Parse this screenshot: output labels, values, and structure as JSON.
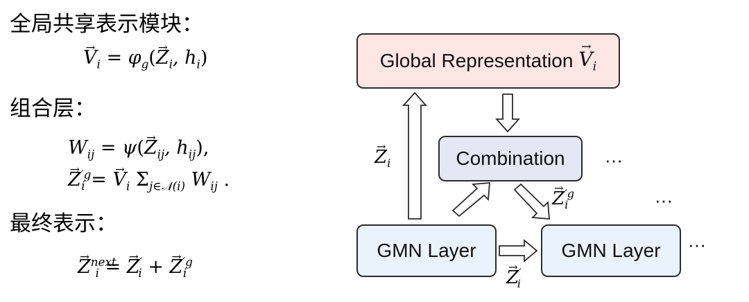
{
  "left": {
    "global_heading": "全局共享表示模块：",
    "combination_heading": "组合层：",
    "final_heading": "最终表示："
  },
  "formulas": {
    "global": {
      "lhs": "V",
      "lhs_sub": "i",
      "op": "=",
      "fn": "φ",
      "fn_sub": "g",
      "args_z": "Z",
      "args_z_sub": "i",
      "args_rest": ", h",
      "args_h_sub": "i"
    },
    "weight": {
      "lhs": "W",
      "lhs_sub": "ij",
      "fn": "ψ",
      "z_sub": "ij",
      "h_sub": "ij",
      "tail": "),"
    },
    "comb": {
      "lhs_sup": "′g",
      "lhs_sub": "i",
      "sum_sub": "j∈𝒩(i)",
      "w": "W",
      "w_sub": "ij",
      "tail": "."
    },
    "final": {
      "lhs_sup": "next",
      "lhs_sub": "i",
      "t1_sup": "′",
      "t2_sup": "′g"
    }
  },
  "diagram": {
    "global_box": {
      "label": "Global Representation",
      "symbol": "V",
      "symbol_sub": "i",
      "fill": "#fde6e4"
    },
    "combination_box": {
      "label": "Combination",
      "fill": "#e6e6f4"
    },
    "gmn_left": {
      "label": "GMN Layer",
      "fill": "#eaf2fb"
    },
    "gmn_right": {
      "label": "GMN Layer",
      "fill": "#eaf2fb"
    },
    "label_up": {
      "symbol": "Z",
      "sub": "i"
    },
    "label_diag": {
      "symbol": "Z",
      "sup": "′g",
      "sub": "i"
    },
    "label_bottom": {
      "symbol": "Z",
      "sup": "′",
      "sub": "i"
    },
    "ellipsis": "···"
  }
}
